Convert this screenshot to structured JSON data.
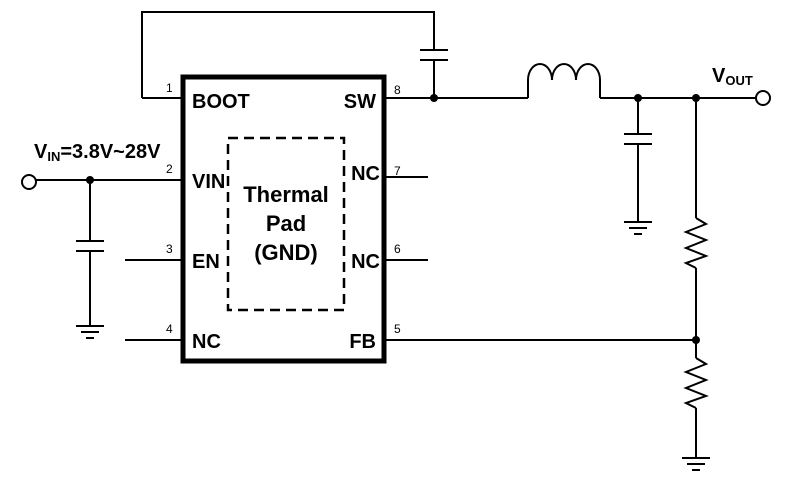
{
  "vin_label": {
    "prefix": "V",
    "sub": "IN",
    "value": "=3.8V~28V"
  },
  "vout_label": {
    "prefix": "V",
    "sub": "OUT"
  },
  "thermal_pad": {
    "line1": "Thermal",
    "line2": "Pad",
    "line3": "(GND)"
  },
  "pins": [
    {
      "num": "1",
      "name": "BOOT"
    },
    {
      "num": "2",
      "name": "VIN"
    },
    {
      "num": "3",
      "name": "EN"
    },
    {
      "num": "4",
      "name": "NC"
    },
    {
      "num": "5",
      "name": "FB"
    },
    {
      "num": "6",
      "name": "NC"
    },
    {
      "num": "7",
      "name": "NC"
    },
    {
      "num": "8",
      "name": "SW"
    }
  ]
}
